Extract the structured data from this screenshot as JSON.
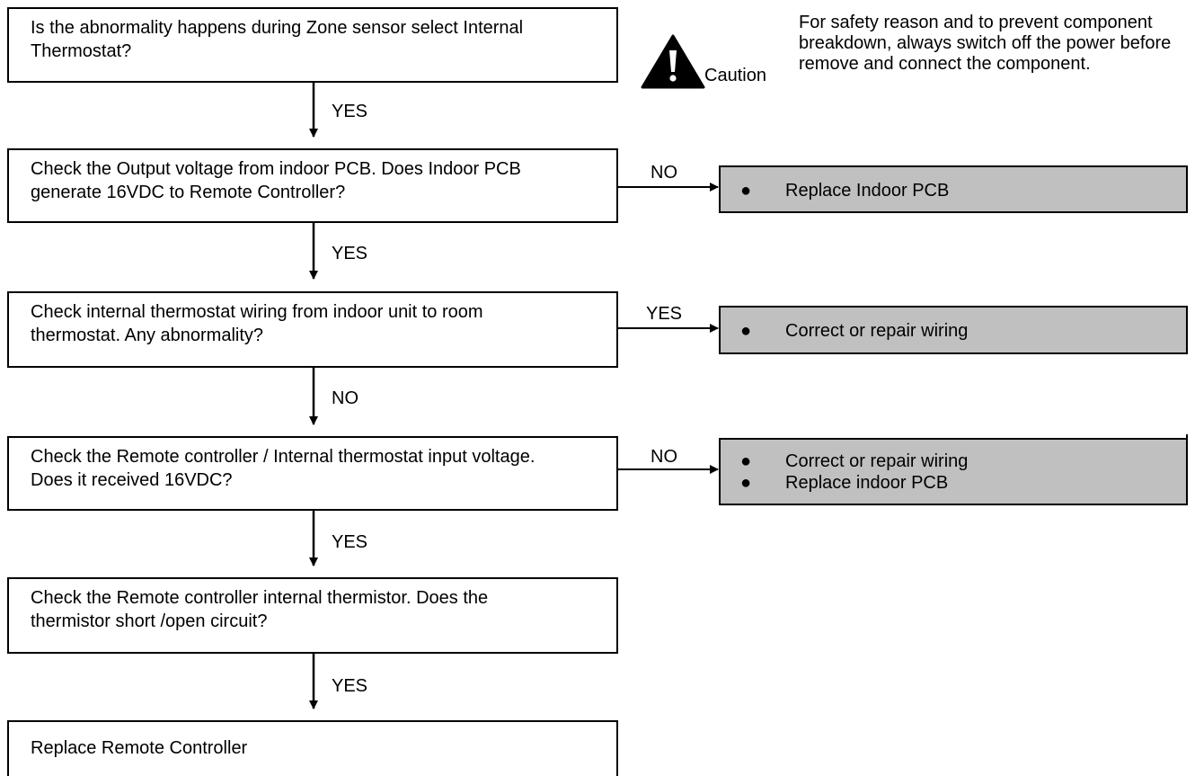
{
  "caution": {
    "label": "Caution",
    "text": "For safety reason and to prevent component breakdown, always switch off the power before remove and connect the component.",
    "icon": "warning-triangle-icon"
  },
  "steps": [
    {
      "lines": [
        "Is the abnormality happens during Zone sensor select Internal",
        "Thermostat?"
      ]
    },
    {
      "lines": [
        "Check the Output voltage from indoor PCB. Does Indoor PCB",
        "generate 16VDC to Remote Controller?"
      ]
    },
    {
      "lines": [
        "Check internal thermostat wiring from indoor unit to room",
        "thermostat. Any abnormality?"
      ]
    },
    {
      "lines": [
        "Check the Remote controller / Internal thermostat input voltage.",
        "Does it received 16VDC?"
      ]
    },
    {
      "lines": [
        "Check the Remote controller internal thermistor. Does the",
        "thermistor short /open circuit?"
      ]
    },
    {
      "lines": [
        "Replace Remote Controller"
      ]
    }
  ],
  "down_labels": [
    "YES",
    "YES",
    "NO",
    "YES",
    "YES"
  ],
  "side_labels": [
    "NO",
    "YES",
    "NO"
  ],
  "actions": [
    {
      "bullet": "●",
      "items": [
        "Replace Indoor PCB"
      ]
    },
    {
      "bullet": "●",
      "items": [
        "Correct or repair wiring"
      ]
    },
    {
      "bullet": "●",
      "items": [
        "Correct or repair wiring",
        "Replace indoor PCB"
      ]
    }
  ],
  "colors": {
    "action_fill": "#c0c0c0",
    "line": "#000000"
  }
}
